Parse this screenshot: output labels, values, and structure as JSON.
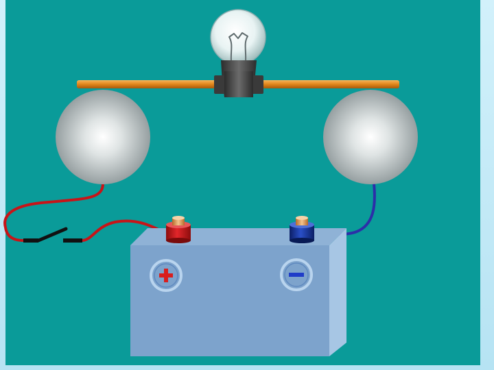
{
  "colors": {
    "background_panel": "#0a9b99",
    "page_frame": "#c6ecf7",
    "rod": "#e08a1e",
    "sphere_highlight": "#ffffff",
    "sphere_shadow": "#7f8a8d",
    "positive_wire": "#c81418",
    "negative_wire": "#2c2fa8",
    "battery_body": "#7fa6cf",
    "positive_sign": "#d91e1e",
    "negative_sign": "#1f3cc8"
  },
  "components": {
    "bulb": "light-bulb-icon",
    "rod": "horizontal-conductor-rod",
    "left_sphere": "metal-sphere",
    "right_sphere": "metal-sphere",
    "switch": "open-knife-switch",
    "battery": "battery-icon",
    "positive_terminal": "positive-terminal",
    "negative_terminal": "negative-terminal",
    "positive_symbol": "plus-symbol",
    "negative_symbol": "minus-symbol"
  },
  "switch_state": "open"
}
